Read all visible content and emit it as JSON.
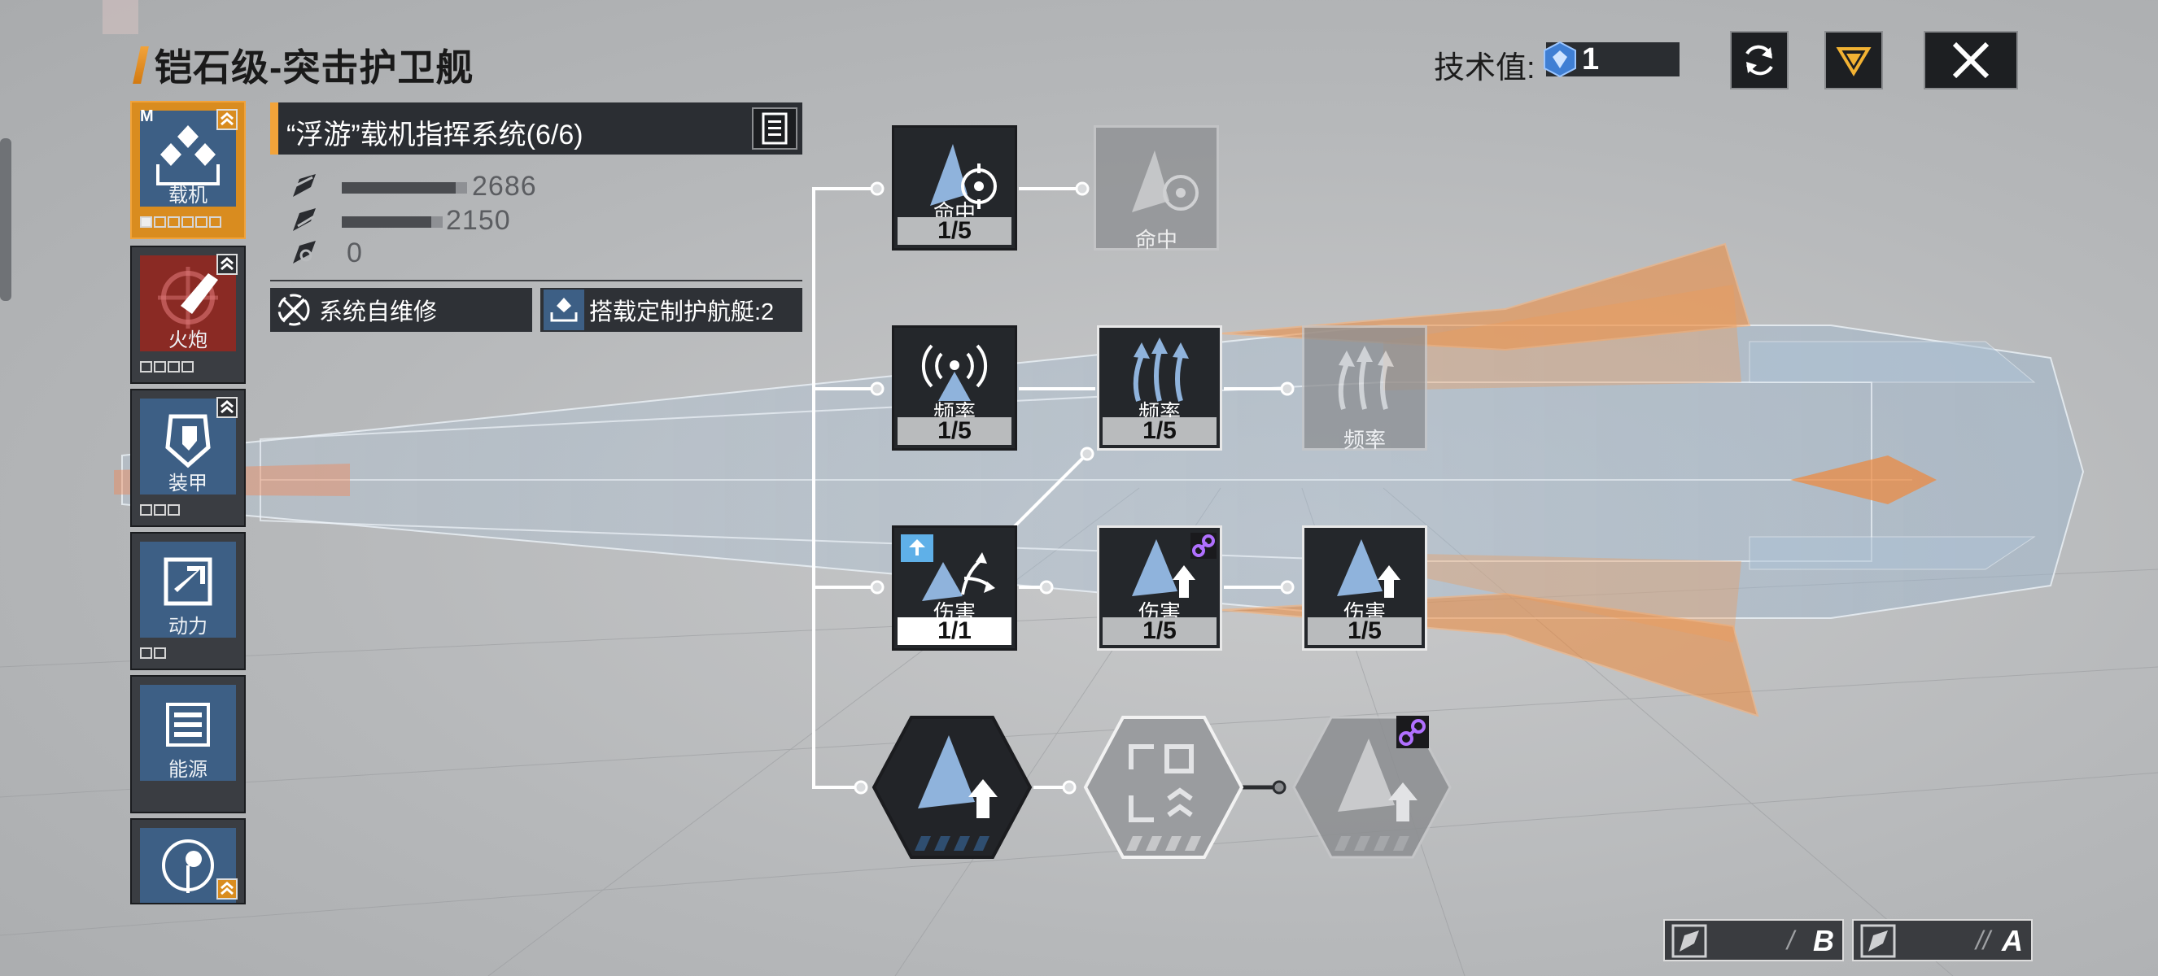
{
  "title": "铠石级-突击护卫舰",
  "tech": {
    "label": "技术值:",
    "value": "1"
  },
  "tabs": [
    {
      "label": "载机",
      "badge": "M",
      "pips_total": 6,
      "pips_on": 1
    },
    {
      "label": "火炮",
      "pips_total": 4,
      "pips_on": 0
    },
    {
      "label": "装甲",
      "pips_total": 3,
      "pips_on": 0
    },
    {
      "label": "动力",
      "pips_total": 2,
      "pips_on": 0
    },
    {
      "label": "能源"
    },
    {
      "label": ""
    }
  ],
  "system": {
    "title": "“浮游”载机指挥系统(6/6)",
    "stats": [
      {
        "icon": "attack-stat-icon",
        "value": "2686"
      },
      {
        "icon": "speed-stat-icon",
        "value": "2150"
      },
      {
        "icon": "range-stat-icon",
        "value": "0"
      }
    ],
    "features": [
      {
        "icon": "self-repair-icon",
        "label": "系统自维修"
      },
      {
        "icon": "carrier-deck-icon",
        "label": "搭载定制护航艇:2"
      }
    ]
  },
  "tree": {
    "row1": [
      {
        "label": "命中",
        "level": "1/5"
      },
      {
        "label": "命中",
        "level": ""
      }
    ],
    "row2": [
      {
        "label": "频率",
        "level": "1/5"
      },
      {
        "label": "频率",
        "level": "1/5"
      },
      {
        "label": "频率",
        "level": ""
      }
    ],
    "row3": [
      {
        "label": "伤害",
        "level": "1/1"
      },
      {
        "label": "伤害",
        "level": "1/5"
      },
      {
        "label": "伤害",
        "level": "1/5"
      }
    ]
  },
  "bottom": {
    "left": "B",
    "right": "A"
  },
  "colors": {
    "accent": "#f2a33a",
    "node_dark": "#24272b",
    "tab_blue": "#3d5f85",
    "link_purple": "#b070ff"
  }
}
